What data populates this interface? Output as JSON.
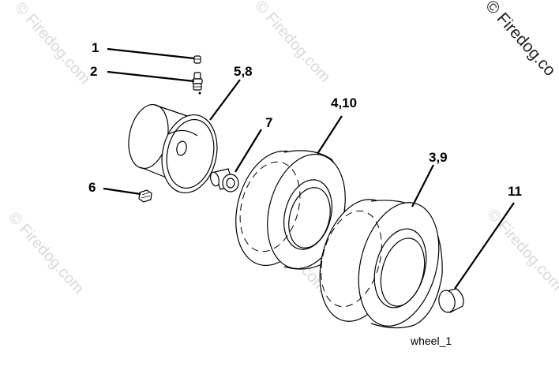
{
  "watermarks": {
    "text": "© Firedog.com",
    "corner_text": "© Firedog.co",
    "color": "#d9d9d9"
  },
  "callouts": [
    {
      "id": "c1",
      "label": "1"
    },
    {
      "id": "c2",
      "label": "2"
    },
    {
      "id": "c58",
      "label": "5,8"
    },
    {
      "id": "c7",
      "label": "7"
    },
    {
      "id": "c410",
      "label": "4,10"
    },
    {
      "id": "c6",
      "label": "6"
    },
    {
      "id": "c39",
      "label": "3,9"
    },
    {
      "id": "c11",
      "label": "11"
    }
  ],
  "caption": "wheel_1"
}
